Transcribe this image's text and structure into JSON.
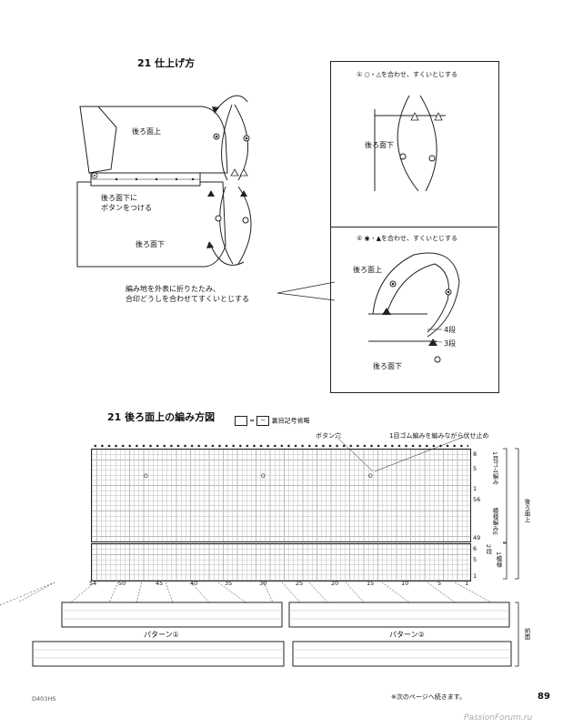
{
  "finishing": {
    "title": "21 仕上げ方",
    "label_back_upper": "後ろ面上",
    "label_back_lower": "後ろ面下",
    "button_note_line1": "後ろ面下に",
    "button_note_line2": "ボタンをつける",
    "fold_note_line1": "編み地を外表に折りたたみ、",
    "fold_note_line2": "合印どうしを合わせてすくいとじする"
  },
  "inset": {
    "step1": "① ○・△を合わせ、すくいとじする",
    "step1_label": "後ろ面下",
    "step2": "② ◉・▲を合わせ、すくいとじする",
    "step2_label_upper": "後ろ面上",
    "step2_label_lower": "後ろ面下",
    "row4": "4段",
    "row3": "3段"
  },
  "chart": {
    "title": "21 後ろ面上の編み方図",
    "legend_eq": "=",
    "legend_note": "裏目記号省略",
    "buttonhole_label": "ボタン穴",
    "bind_off_note": "1目ゴム編みを編みながら伏せ止め",
    "right_rows": [
      "8",
      "5",
      "1",
      "56",
      "49",
      "6",
      "5",
      "1"
    ],
    "side_labels": {
      "rib": "1目ゴム編み",
      "pattern": "模様編みE",
      "two_rows": "2段",
      "one_pattern": "1模様",
      "back_upper": "後ろ面上",
      "front": "前面"
    },
    "bottom_numbers": [
      "54",
      "50",
      "45",
      "40",
      "35",
      "30",
      "25",
      "20",
      "15",
      "10",
      "5",
      "1"
    ],
    "pattern1": "パターン①",
    "pattern2": "パターン②"
  },
  "footer": {
    "code": "D403HS",
    "continued": "※次のページへ続きます。",
    "page": "89",
    "watermark": "PassionForum.ru"
  }
}
